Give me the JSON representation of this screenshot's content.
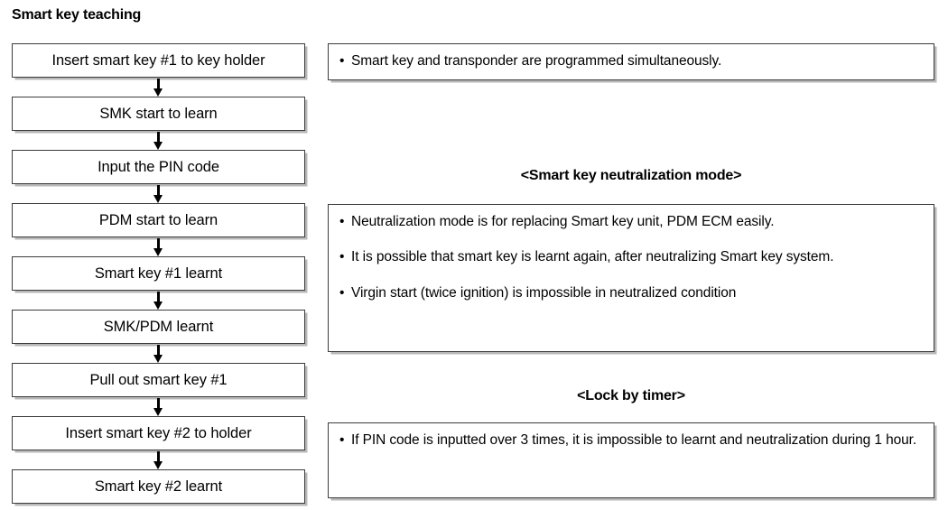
{
  "page": {
    "title": "Smart key teaching"
  },
  "flow": {
    "steps": [
      {
        "label": "Insert smart key #1 to key holder"
      },
      {
        "label": "SMK start to learn"
      },
      {
        "label": "Input the PIN code"
      },
      {
        "label": "PDM start to learn"
      },
      {
        "label": "Smart key #1 learnt"
      },
      {
        "label": "SMK/PDM learnt"
      },
      {
        "label": "Pull out smart key #1"
      },
      {
        "label": "Insert smart key #2 to holder"
      },
      {
        "label": "Smart key #2 learnt"
      }
    ],
    "arrow_icon": "down-arrow-icon"
  },
  "notes": {
    "bullet_glyph": "•",
    "box_1": {
      "items": [
        "Smart key and transponder are programmed simultaneously."
      ]
    },
    "heading_neutralization": "<Smart key neutralization mode>",
    "box_2": {
      "items": [
        "Neutralization mode is for replacing Smart key unit, PDM ECM easily.",
        "It is possible that smart key is learnt again, after neutralizing Smart key system.",
        "Virgin start (twice ignition) is impossible in neutralized condition"
      ]
    },
    "heading_lock": "<Lock by timer>",
    "box_3": {
      "items": [
        "If PIN code is inputted over 3 times, it is impossible to learnt and neutralization during 1 hour."
      ]
    }
  },
  "colors": {
    "background": "#ffffff",
    "text": "#000000",
    "box_border": "#3c3c3c",
    "box_shadow": "#b8b8b8"
  }
}
